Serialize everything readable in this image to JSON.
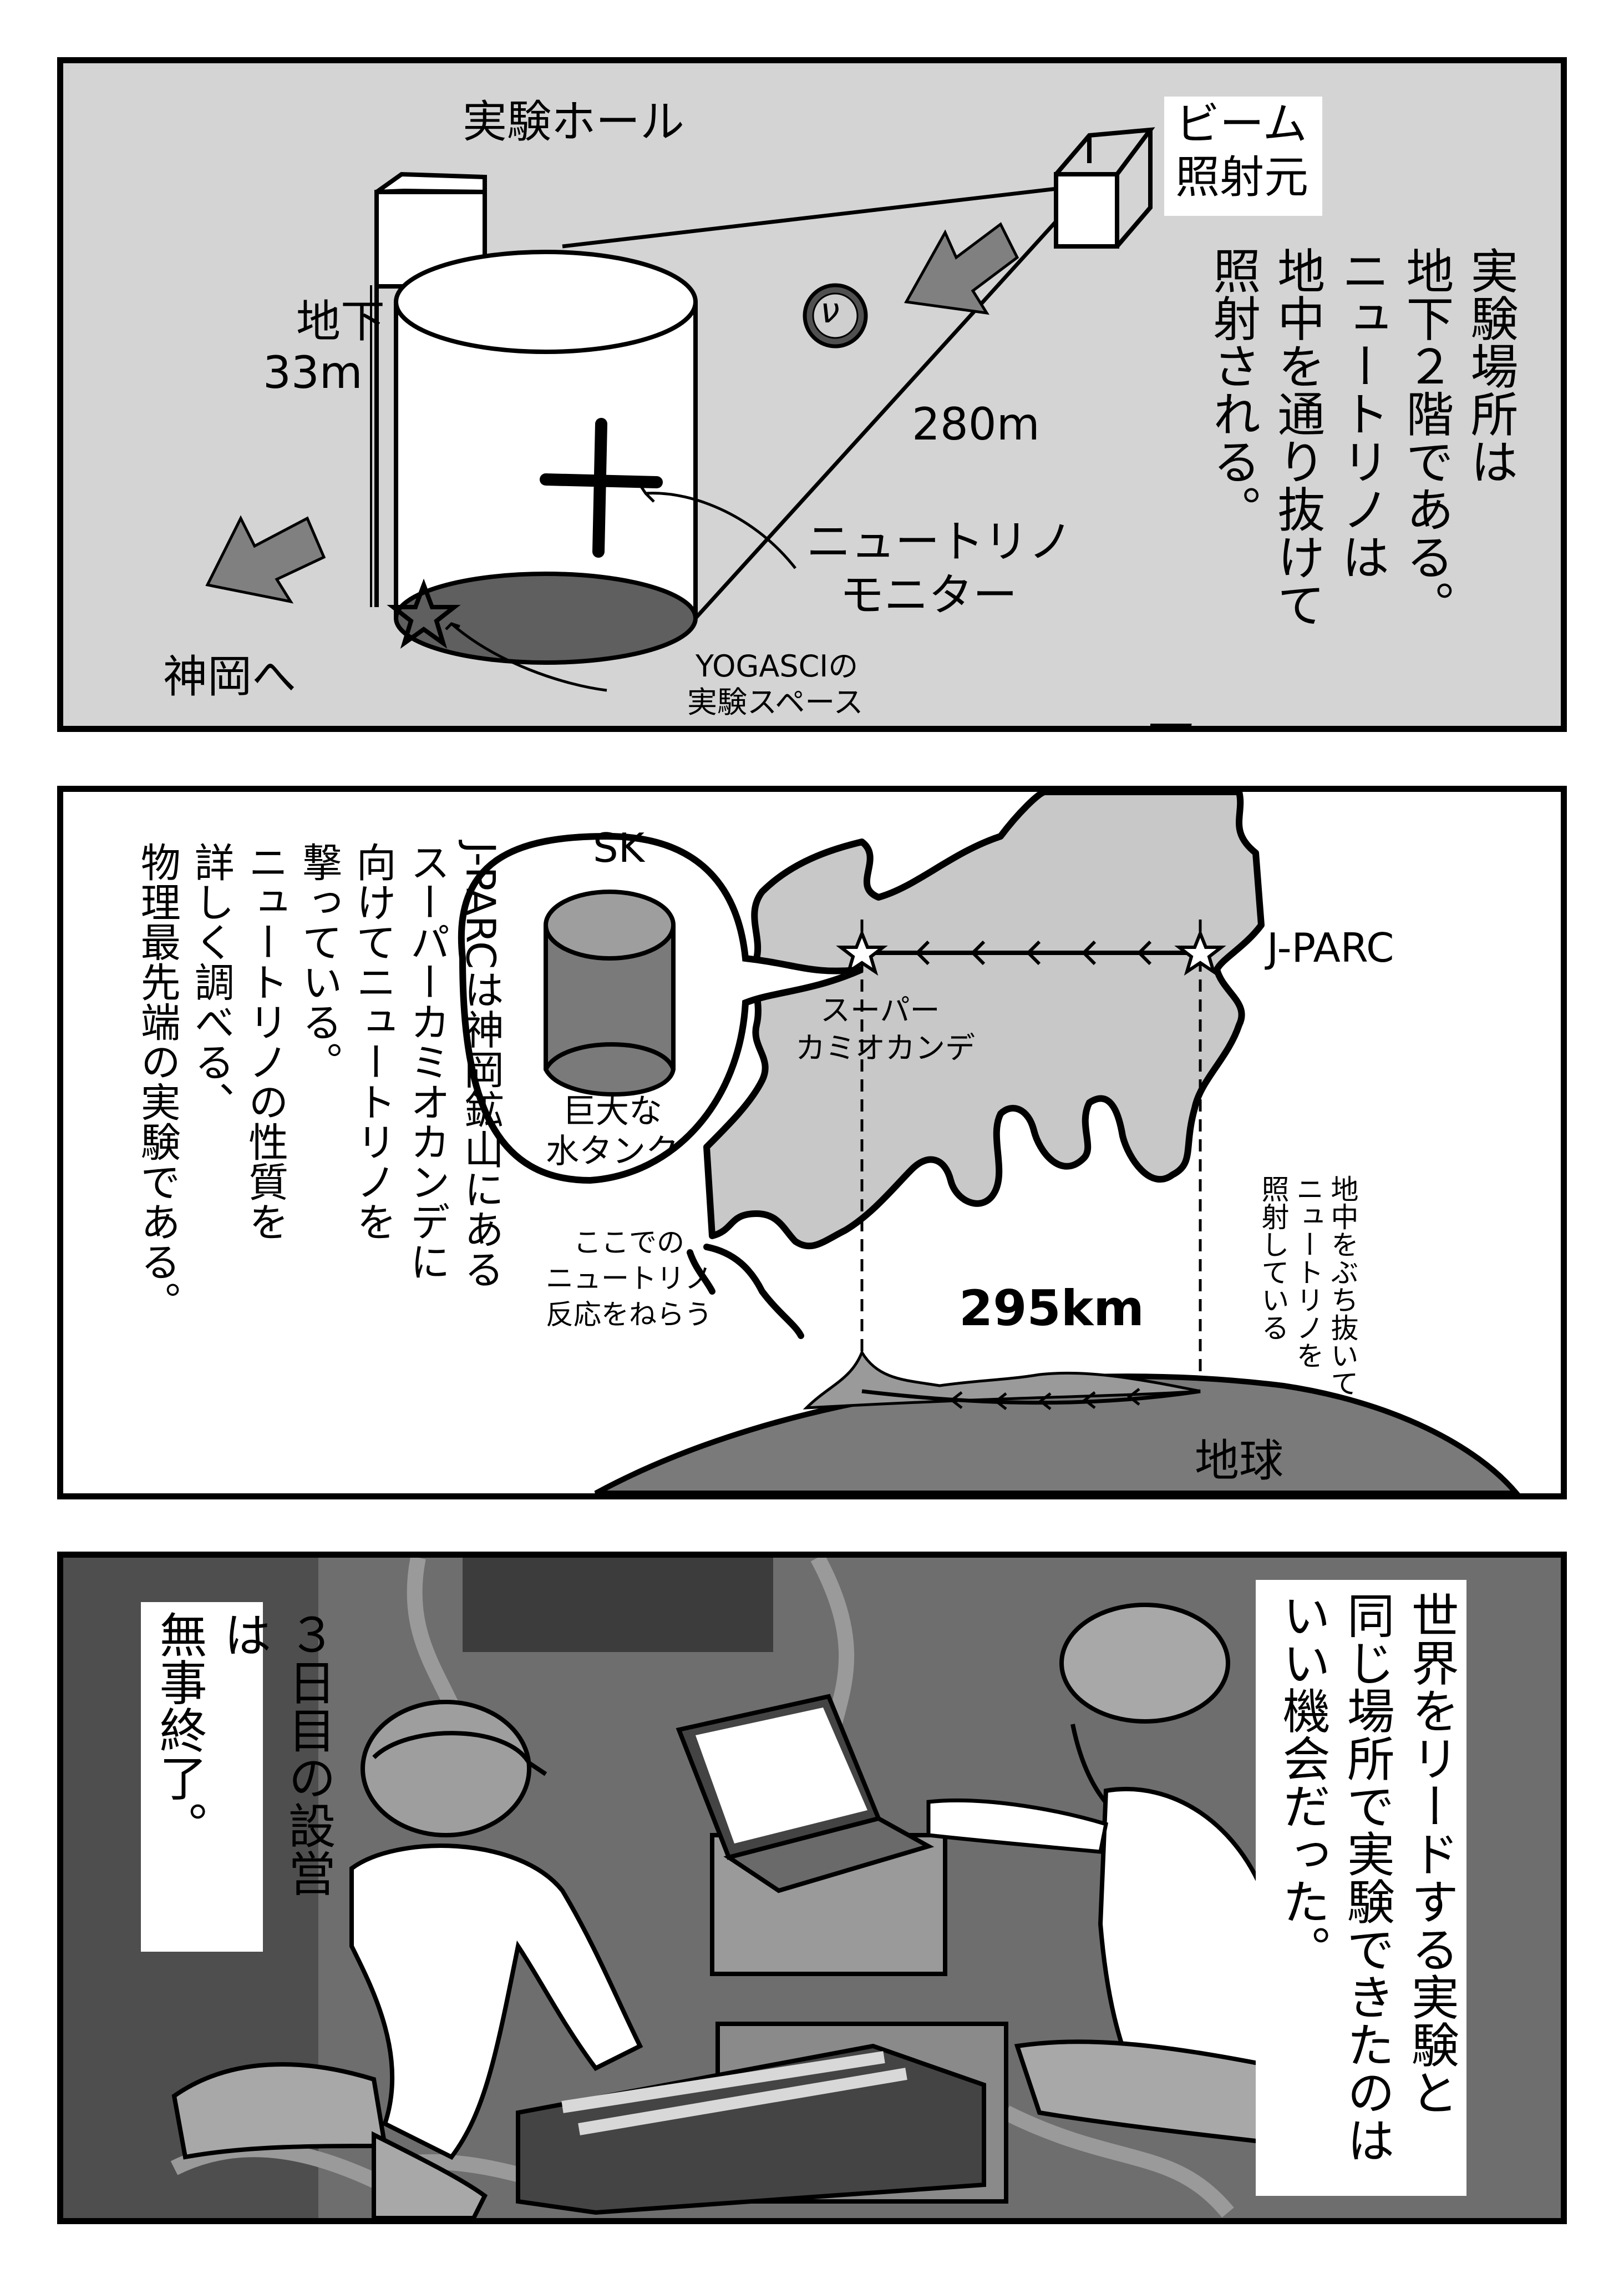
{
  "panel1": {
    "hall_label": "実験ホール",
    "beam_source": [
      "ビーム",
      "照射元"
    ],
    "depth": [
      "地下",
      "33m"
    ],
    "distance": "280m",
    "nu_symbol": "ν",
    "monitor": [
      "ニュートリノ",
      "モニター"
    ],
    "to_kamioka": "神岡へ",
    "space": [
      "YOGASCIの",
      "実験スペース"
    ],
    "narration": [
      "実験場所は",
      "地下２階である。",
      "ニュートリノは",
      "地中を通り抜けて",
      "照射される。"
    ]
  },
  "panel2": {
    "narration": [
      "J-PARCは神岡鉱山にある",
      "スーパーカミオカンデに",
      "向けてニュートリノを",
      "撃っている。",
      "ニュートリノの性質を",
      "詳しく調べる、",
      "物理最先端の実験である。"
    ],
    "sk_label": "SK",
    "tank": [
      "巨大な",
      "水タンク"
    ],
    "jparc": "J-PARC",
    "superk": [
      "スーパー",
      "カミオカンデ"
    ],
    "reaction": [
      "ここでの",
      "ニュートリノ",
      "反応をねらう"
    ],
    "distance": "295km",
    "through_ground": [
      "地中をぶち抜いて",
      "ニュートリノを",
      "照射している"
    ],
    "earth": "地球"
  },
  "panel3": {
    "left_narration": [
      "３日目の設営は",
      "無事終了。"
    ],
    "right_narration": [
      "世界をリードする実験と",
      "同じ場所で実験できたのは",
      "いい機会だった。"
    ]
  }
}
